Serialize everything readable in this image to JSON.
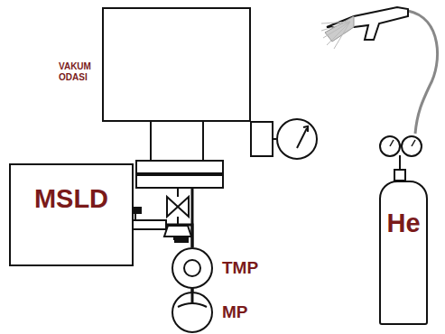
{
  "diagram": {
    "nodes": [
      {
        "text": [
          "VAKUM ODASI"
        ]
      },
      {
        "text": [
          "MSLD"
        ]
      },
      {
        "text": [
          "TMP"
        ]
      },
      {
        "text": [
          "MP"
        ]
      },
      {
        "text": [
          "He"
        ]
      }
    ],
    "edges": [
      {
        "from": 0,
        "to": 2,
        "arrow": "none"
      },
      {
        "from": 1,
        "to": 2,
        "arrow": "none"
      },
      {
        "from": 2,
        "to": 3,
        "arrow": "none"
      }
    ]
  }
}
